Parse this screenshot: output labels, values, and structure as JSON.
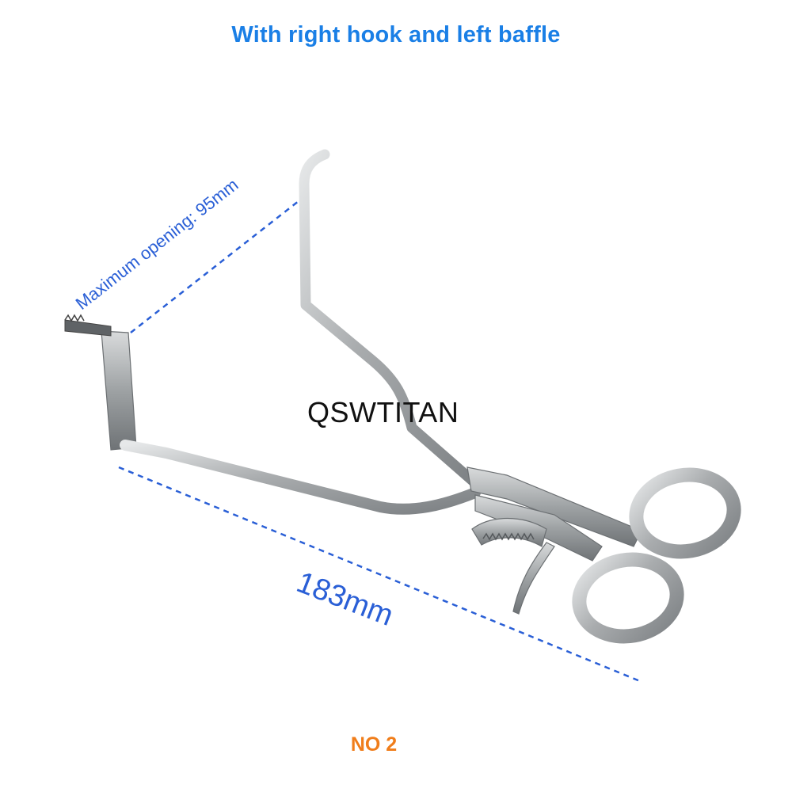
{
  "header": {
    "title": "With right hook and  left baffle"
  },
  "watermark": {
    "text": "QSWTITAN"
  },
  "dimensions": {
    "opening_label": "Maximum opening: 95mm",
    "length_label": "183mm"
  },
  "footer": {
    "model_label": "NO 2"
  },
  "colors": {
    "title": "#1a7fe6",
    "dimension_lines": "#2a5fd6",
    "model_label": "#f07d1a",
    "metal": "#a8abad"
  },
  "icons": [
    "retractor-instrument-icon"
  ]
}
